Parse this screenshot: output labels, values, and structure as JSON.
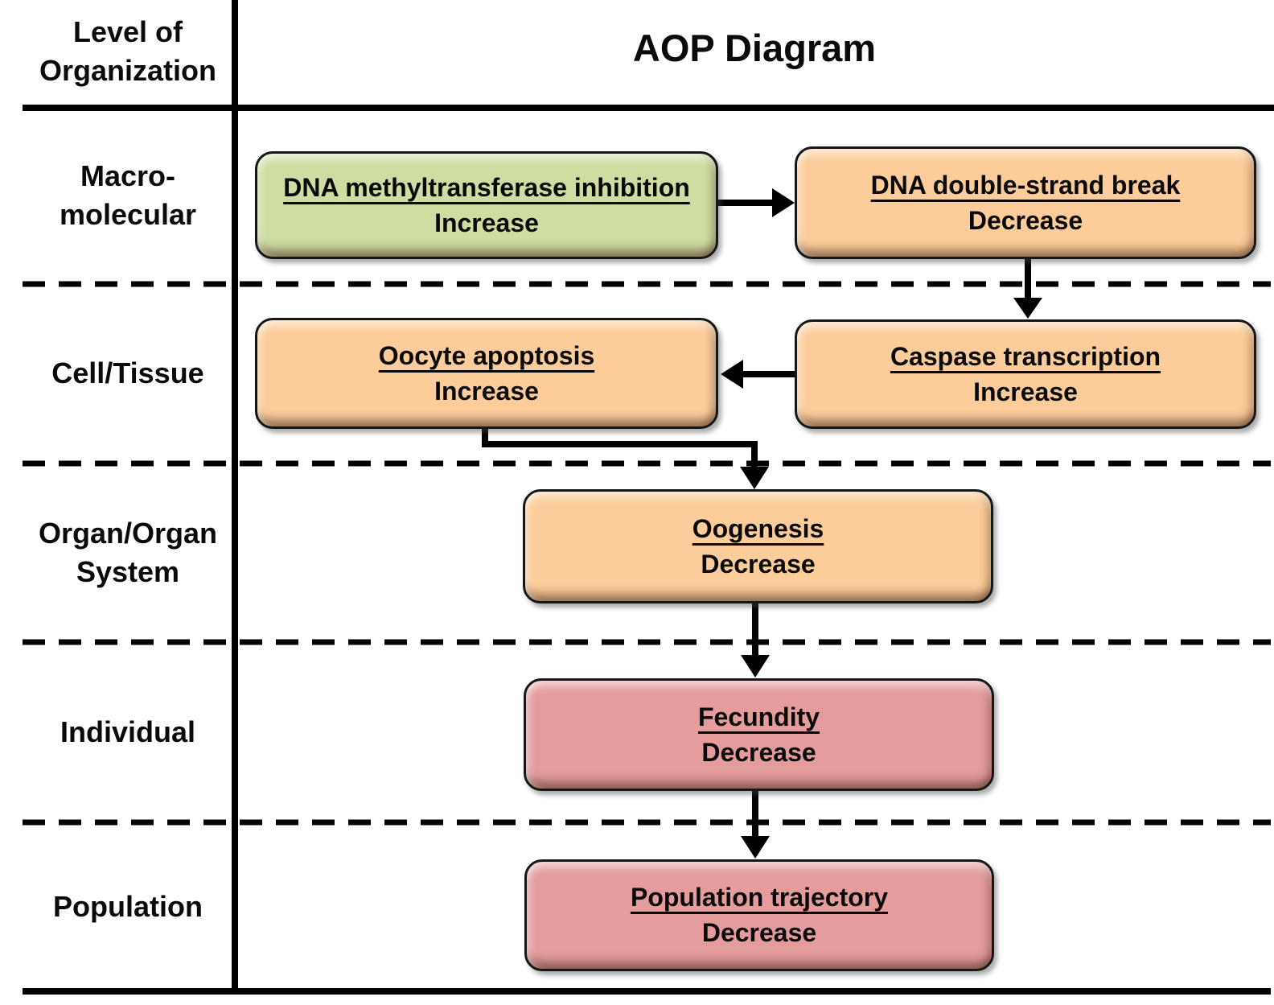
{
  "title": "AOP Diagram",
  "axis": {
    "title": "Level of\nOrganization",
    "rows": [
      "Macro-\nmolecular",
      "Cell/Tissue",
      "Organ/Organ\nSystem",
      "Individual",
      "Population"
    ]
  },
  "nodes": [
    {
      "id": "dna-methyltransferase-inhibition",
      "name": "DNA methyltransferase inhibition",
      "direction": "Increase",
      "level": "Macro-molecular"
    },
    {
      "id": "dna-double-strand-break",
      "name": "DNA double-strand break",
      "direction": "Decrease",
      "level": "Macro-molecular"
    },
    {
      "id": "oocyte-apoptosis",
      "name": "Oocyte apoptosis",
      "direction": "Increase",
      "level": "Cell/Tissue"
    },
    {
      "id": "caspase-transcription",
      "name": "Caspase transcription",
      "direction": "Increase",
      "level": "Cell/Tissue"
    },
    {
      "id": "oogenesis",
      "name": "Oogenesis",
      "direction": "Decrease",
      "level": "Organ/Organ System"
    },
    {
      "id": "fecundity",
      "name": "Fecundity",
      "direction": "Decrease",
      "level": "Individual"
    },
    {
      "id": "population-trajectory",
      "name": "Population trajectory",
      "direction": "Decrease",
      "level": "Population"
    }
  ],
  "edges": [
    {
      "from": "dna-methyltransferase-inhibition",
      "to": "dna-double-strand-break"
    },
    {
      "from": "dna-double-strand-break",
      "to": "caspase-transcription"
    },
    {
      "from": "caspase-transcription",
      "to": "oocyte-apoptosis"
    },
    {
      "from": "oocyte-apoptosis",
      "to": "oogenesis"
    },
    {
      "from": "oogenesis",
      "to": "fecundity"
    },
    {
      "from": "fecundity",
      "to": "population-trajectory"
    }
  ],
  "colors": {
    "initiating_event": "#cedda2",
    "key_event": "#fccd9b",
    "adverse_outcome": "#e49c9d",
    "line": "#000000"
  }
}
